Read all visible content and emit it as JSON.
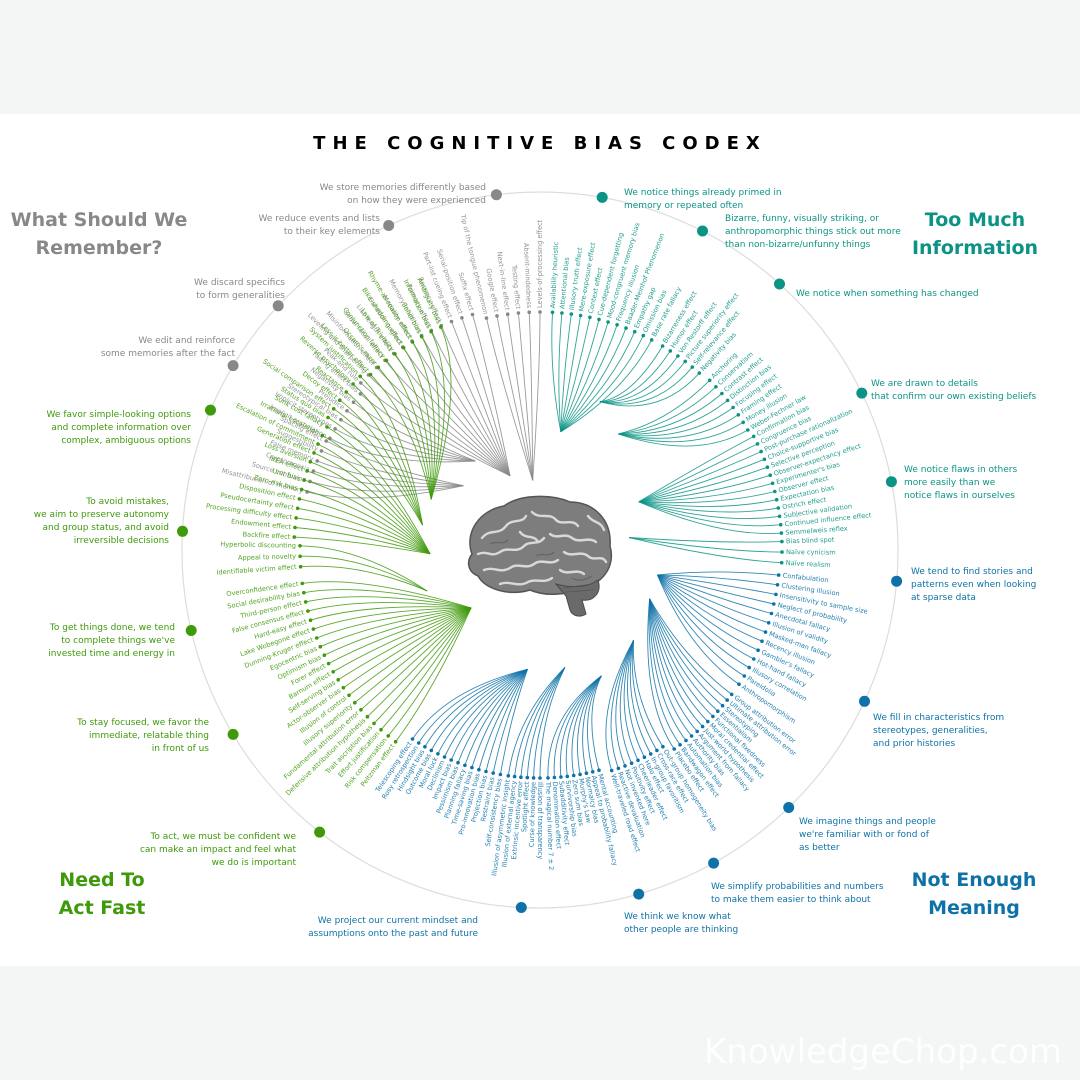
{
  "title": "THE COGNITIVE BIAS CODEX",
  "watermark": "KnowledgeChop.com",
  "colors": {
    "memory": "#888888",
    "too_much": "#0b9485",
    "too_much_light": "#3ab0a0",
    "meaning": "#0e72a8",
    "act_fast": "#3f9a0a",
    "act_fast_light": "#6cb43f",
    "circle": "#dddddd",
    "brain": "#8a8a8a"
  },
  "quadrants": [
    {
      "id": "memory",
      "title_line1": "What Should We",
      "title_line2": "Remember?"
    },
    {
      "id": "too_much",
      "title_line1": "Too Much",
      "title_line2": "Information"
    },
    {
      "id": "meaning",
      "title_line1": "Not Enough",
      "title_line2": "Meaning"
    },
    {
      "id": "act_fast",
      "title_line1": "Need To",
      "title_line2": "Act Fast"
    }
  ],
  "categories": [
    {
      "quadrant": "memory",
      "text": "We store memories differently based\non how they were experienced",
      "biases": [
        "Levels-of-processing effect",
        "Absent-mindedness",
        "Testing effect",
        "Next-in-line effect",
        "Google effect",
        "Tip of the tongue phenomenon"
      ]
    },
    {
      "quadrant": "memory",
      "text": "We reduce events and lists\nto their key elements",
      "biases": [
        "Suffix effect",
        "Serial-position effect",
        "Part-list cueing effect",
        "Recency effect",
        "Primacy effect",
        "Memory inhibition",
        "Modality effect",
        "Duration neglect",
        "List-length effect",
        "Serial recall effect",
        "Misinformation effect",
        "Leveling and sharpening",
        "Peak-end rule"
      ]
    },
    {
      "quadrant": "memory",
      "text": "We discard specifics\nto form generalities",
      "biases": [
        "Fading affect bias",
        "Negativity bias",
        "Prejudice",
        "Stereotypical bias",
        "Implicit stereotypes",
        "Implicit association"
      ]
    },
    {
      "quadrant": "memory",
      "text": "We edit and reinforce\nsome memories after the fact",
      "biases": [
        "Spacing effect",
        "Suggestibility",
        "False memory",
        "Cryptomnesia",
        "Source confusion",
        "Misattribution of memory"
      ]
    },
    {
      "quadrant": "too_much",
      "text": "We notice things already primed in\nmemory or repeated often",
      "biases": [
        "Availability heuristic",
        "Attentional bias",
        "Illusory truth effect",
        "Mere-exposure effect",
        "Context effect",
        "Cue-dependent forgetting",
        "Mood-congruent memory bias",
        "Frequency illusion",
        "Baader-Meinhof Phenomenon",
        "Empathy gap",
        "Omission bias",
        "Base rate fallacy"
      ]
    },
    {
      "quadrant": "too_much",
      "text": "Bizarre, funny, visually striking, or\nanthropomorphic things stick out more\nthan non-bizarre/unfunny things",
      "biases": [
        "Bizarreness effect",
        "Humor effect",
        "Von Restorff effect",
        "Picture superiority effect",
        "Self-relevance effect",
        "Negativity bias"
      ]
    },
    {
      "quadrant": "too_much",
      "text": "We notice when something has changed",
      "biases": [
        "Anchoring",
        "Conservatism",
        "Contrast effect",
        "Distinction bias",
        "Focusing effect",
        "Framing effect",
        "Money illusion",
        "Weber-Fechner law"
      ]
    },
    {
      "quadrant": "too_much",
      "text": "We are drawn to details\nthat confirm our own existing beliefs",
      "biases": [
        "Confirmation bias",
        "Congruence bias",
        "Post-purchase rationalization",
        "Choice-supportive bias",
        "Selective perception",
        "Observer-expectancy effect",
        "Experimenter's bias",
        "Observer effect",
        "Expectation bias",
        "Ostrich effect",
        "Subjective validation",
        "Continued influence effect",
        "Semmelweis reflex"
      ]
    },
    {
      "quadrant": "too_much",
      "text": "We notice flaws in others\nmore easily than we\nnotice flaws in ourselves",
      "biases": [
        "Bias blind spot",
        "Naïve cynicism",
        "Naïve realism"
      ]
    },
    {
      "quadrant": "meaning",
      "text": "We tend to find stories and\npatterns even when looking\nat sparse data",
      "biases": [
        "Confabulation",
        "Clustering illusion",
        "Insensitivity to sample size",
        "Neglect of probability",
        "Anecdotal fallacy",
        "Illusion of validity",
        "Masked-man fallacy",
        "Recency illusion",
        "Gambler's fallacy",
        "Hot-hand fallacy",
        "Illusory correlation",
        "Pareidolia",
        "Anthropomorphism"
      ]
    },
    {
      "quadrant": "meaning",
      "text": "We fill in characteristics from\nstereotypes, generalities,\nand prior histories",
      "biases": [
        "Group attribution error",
        "Ultimate attribution error",
        "Stereotyping",
        "Essentialism",
        "Functional fixedness",
        "Moral credential effect",
        "Just-world hypothesis",
        "Argument from fallacy",
        "Authority bias",
        "Automation bias",
        "Bandwagon effect",
        "Placebo effect"
      ]
    },
    {
      "quadrant": "meaning",
      "text": "We imagine things and people\nwe're familiar with or fond of\nas better",
      "biases": [
        "Out-group homogeneity bias",
        "Cross-race effect",
        "In-group favoritism",
        "Halo effect",
        "Cheerleader effect",
        "Positivity effect",
        "Not invented here",
        "Reactive devaluation",
        "Well-traveled road effect"
      ]
    },
    {
      "quadrant": "meaning",
      "text": "We simplify probabilities and numbers\nto make them easier to think about",
      "biases": [
        "Mental accounting",
        "Appeal to probability fallacy",
        "Normalcy bias",
        "Murphy's Law",
        "Zero sum bias",
        "Survivorship bias",
        "Subadditivity effect",
        "Denomination effect",
        "The magical number 7 ± 2"
      ]
    },
    {
      "quadrant": "meaning",
      "text": "We think we know what\nother people are thinking",
      "biases": [
        "Illusion of transparency",
        "Curse of knowledge",
        "Spotlight effect",
        "Extrinsic incentive error",
        "Illusion of external agency",
        "Illusion of asymmetric insight"
      ]
    },
    {
      "quadrant": "meaning",
      "text": "We project our current mindset and\nassumptions onto the past and future",
      "biases": [
        "Self-consistency bias",
        "Restraint bias",
        "Projection bias",
        "Pro-innovation bias",
        "Time-saving bias",
        "Planning fallacy",
        "Pessimism bias",
        "Impact bias",
        "Declinism",
        "Moral luck",
        "Outcome bias",
        "Hindsight bias",
        "Rosy retrospection",
        "Telescoping effect"
      ]
    },
    {
      "quadrant": "act_fast",
      "text": "To act, we must be confident we\ncan make an impact and feel what\nwe do is important",
      "biases": [
        "Peltzman effect",
        "Risk compensation",
        "Effort justification",
        "Trait ascription bias",
        "Defensive attribution hypothesis",
        "Fundamental attribution error",
        "Illusory superiority",
        "Illusion of control",
        "Actor-observer bias",
        "Self-serving bias",
        "Barnum effect",
        "Forer effect",
        "Optimism bias",
        "Egocentric bias",
        "Dunning-Kruger effect",
        "Lake Wobegone effect",
        "Hard-easy effect",
        "False consensus effect",
        "Third-person effect",
        "Social desirability bias",
        "Overconfidence effect"
      ]
    },
    {
      "quadrant": "act_fast",
      "text": "To stay focused, we favor the\nimmediate, relatable thing\nin front of us",
      "biases": [
        "Identifiable victim effect",
        "Appeal to novelty",
        "Hyperbolic discounting"
      ]
    },
    {
      "quadrant": "act_fast",
      "text": "To get things done, we tend\nto complete things we've\ninvested time and energy in",
      "biases": [
        "Backfire effect",
        "Endowment effect",
        "Processing difficulty effect",
        "Pseudocertainty effect",
        "Disposition effect",
        "Zero-risk bias",
        "Unit bias",
        "IKEA effect",
        "Loss aversion",
        "Generation effect",
        "Escalation of commitment",
        "Irrational escalation",
        "Sunk cost fallacy"
      ]
    },
    {
      "quadrant": "act_fast",
      "text": "To avoid mistakes,\nwe aim to preserve autonomy\nand group status, and avoid\nirreversible decisions",
      "biases": [
        "Status quo bias",
        "Social comparison effect",
        "Decoy effect",
        "Reactance",
        "Reverse psychology",
        "System justification"
      ]
    },
    {
      "quadrant": "act_fast",
      "text": "We favor simple-looking options\nand complete information over\ncomplex, ambiguous options",
      "biases": [
        "Less-is-better effect",
        "Occam's razor",
        "Conjunction fallacy",
        "Law of Triviality",
        "Bike-shedding effect",
        "Rhyme-as-reason effect",
        "Belief bias",
        "Information bias",
        "Ambiguity bias"
      ]
    }
  ]
}
